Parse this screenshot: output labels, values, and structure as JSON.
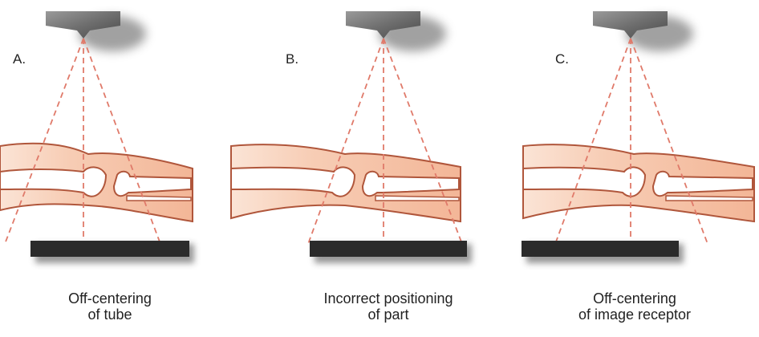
{
  "panels": [
    {
      "id": "A",
      "letter": "A.",
      "caption_line1": "Off-centering",
      "caption_line2": "of tube"
    },
    {
      "id": "B",
      "letter": "B.",
      "caption_line1": "Incorrect positioning",
      "caption_line2": "of part"
    },
    {
      "id": "C",
      "letter": "C.",
      "caption_line1": "Off-centering",
      "caption_line2": "of image receptor"
    }
  ],
  "colors": {
    "bone_fill": "#f6c7ad",
    "bone_outline": "#b0563b",
    "ray": "#e07a6a",
    "receptor": "#2b2b2b",
    "tube": "#8a8a8a"
  }
}
